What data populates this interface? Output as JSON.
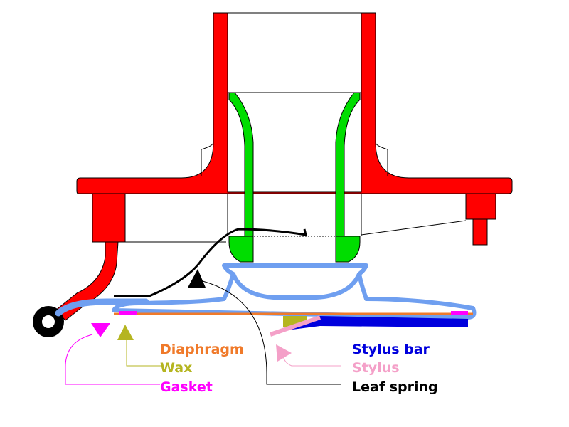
{
  "labels": {
    "diaphragm": "Diaphragm",
    "wax": "Wax",
    "gasket": "Gasket",
    "stylus_bar": "Stylus bar",
    "stylus": "Stylus",
    "leaf_spring": "Leaf spring"
  },
  "colors": {
    "housing": "#ff0000",
    "tube": "#00dd00",
    "diaphragm": "#f07a2a",
    "diaphragm_outline": "#6f9ff0",
    "wax": "#b5b520",
    "gasket": "#ff00ff",
    "stylus_bar": "#0000dd",
    "stylus": "#f4a0c8",
    "leaf_spring": "#000000"
  }
}
